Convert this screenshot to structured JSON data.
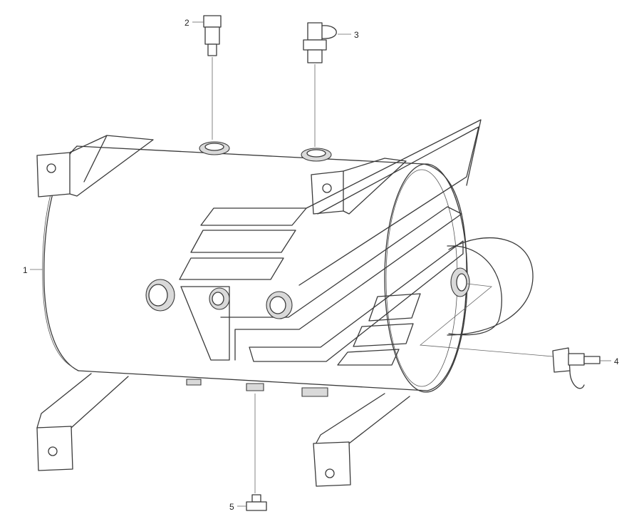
{
  "callouts": [
    {
      "id": "1",
      "label": "1",
      "part": "tank"
    },
    {
      "id": "2",
      "label": "2",
      "part": "fitting-top-left"
    },
    {
      "id": "3",
      "label": "3",
      "part": "valve-top-right"
    },
    {
      "id": "4",
      "label": "4",
      "part": "drain-valve"
    },
    {
      "id": "5",
      "label": "5",
      "part": "plug-bottom"
    }
  ]
}
